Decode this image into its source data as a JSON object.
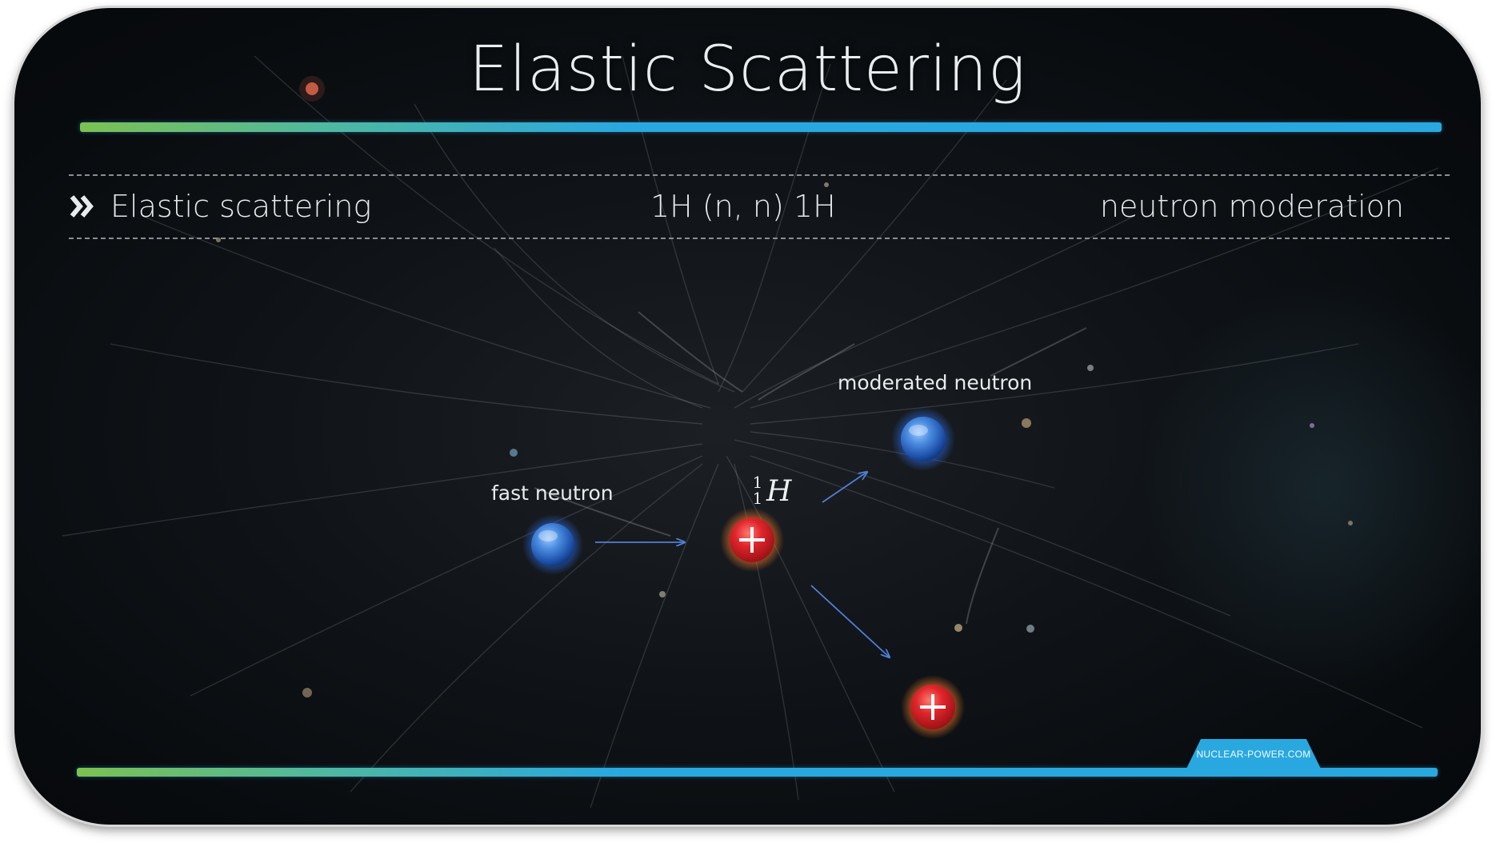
{
  "slide": {
    "title": "Elastic Scattering",
    "header_row": {
      "left": "Elastic scattering",
      "middle": "1H (n, n) 1H",
      "right": "neutron moderation"
    },
    "labels": {
      "fast_neutron": "fast neutron",
      "moderated_neutron": "moderated neutron",
      "isotope_mass_number": "1",
      "isotope_atomic_number": "1",
      "isotope_symbol": "H"
    },
    "footer_brand": "NUCLEAR-POWER.COM"
  },
  "colors": {
    "bar_green": "#7cc151",
    "bar_blue": "#29a8e0",
    "neutron_blue": "#3d7fd6",
    "proton_red": "#d8232a",
    "arrow": "#4f7fd6",
    "background": "#0b0f13"
  },
  "icons": [
    "double-chevron-right-icon",
    "neutron-particle-icon",
    "proton-particle-icon",
    "arrow-icon"
  ]
}
